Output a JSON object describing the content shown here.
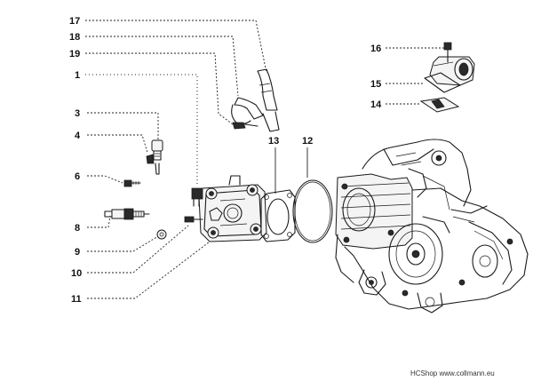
{
  "diagram": {
    "part_numbers": [
      "17",
      "18",
      "19",
      "1",
      "13",
      "12",
      "16",
      "15",
      "14",
      "3",
      "4",
      "6",
      "8",
      "9",
      "10",
      "11"
    ]
  },
  "watermark": {
    "text": "HCShop www.collmann.eu"
  }
}
